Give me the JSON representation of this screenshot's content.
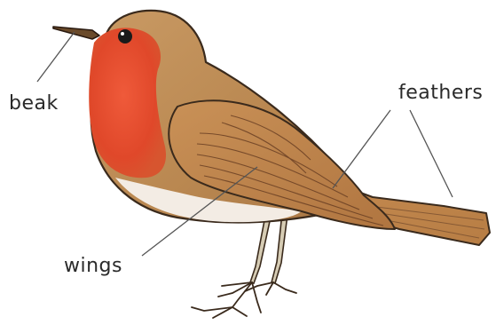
{
  "labels": {
    "beak": "beak",
    "feathers": "feathers",
    "wings": "wings"
  },
  "colors": {
    "body_brown": "#c08d56",
    "breast_red": "#e44a2c",
    "belly_white": "#f3ece4",
    "wing_brown": "#ba7f45",
    "outline": "#3a2a1c",
    "leader_line": "#555555",
    "label_text": "#2a2a2a"
  }
}
